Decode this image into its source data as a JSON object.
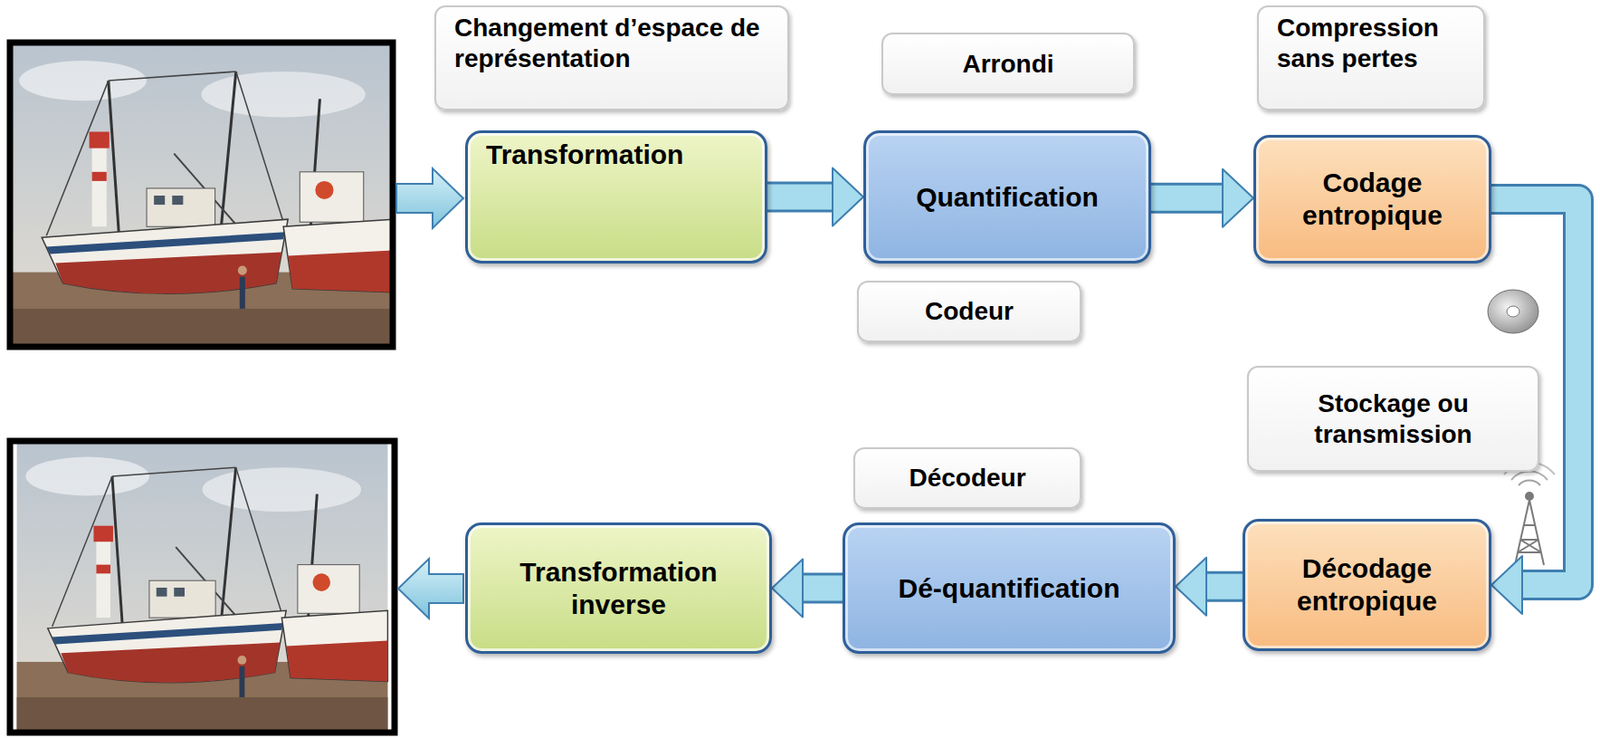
{
  "diagram": {
    "nodes": [
      {
        "text": [
          "Changement d’espace de représentation"
        ]
      },
      {
        "text": [
          "Arrondi"
        ]
      },
      {
        "text": [
          "Compression sans pertes"
        ]
      },
      {
        "text": [
          "Transformation"
        ]
      },
      {
        "text": [
          "Quantification"
        ]
      },
      {
        "text": [
          "Codage entropique"
        ]
      },
      {
        "text": [
          "Codeur"
        ]
      },
      {
        "text": [
          "Stockage ou transmission"
        ]
      },
      {
        "text": [
          "Décodeur"
        ]
      },
      {
        "text": [
          "Transformation inverse"
        ]
      },
      {
        "text": [
          "Dé-quantification"
        ]
      },
      {
        "text": [
          "Décodage entropique"
        ]
      }
    ],
    "edges": [
      {
        "from": 3,
        "to": 4,
        "arrow": "to"
      },
      {
        "from": 4,
        "to": 5,
        "arrow": "to"
      },
      {
        "from": 5,
        "to": 11,
        "arrow": "to"
      },
      {
        "from": 11,
        "to": 10,
        "arrow": "to"
      },
      {
        "from": 10,
        "to": 9,
        "arrow": "to"
      }
    ]
  }
}
